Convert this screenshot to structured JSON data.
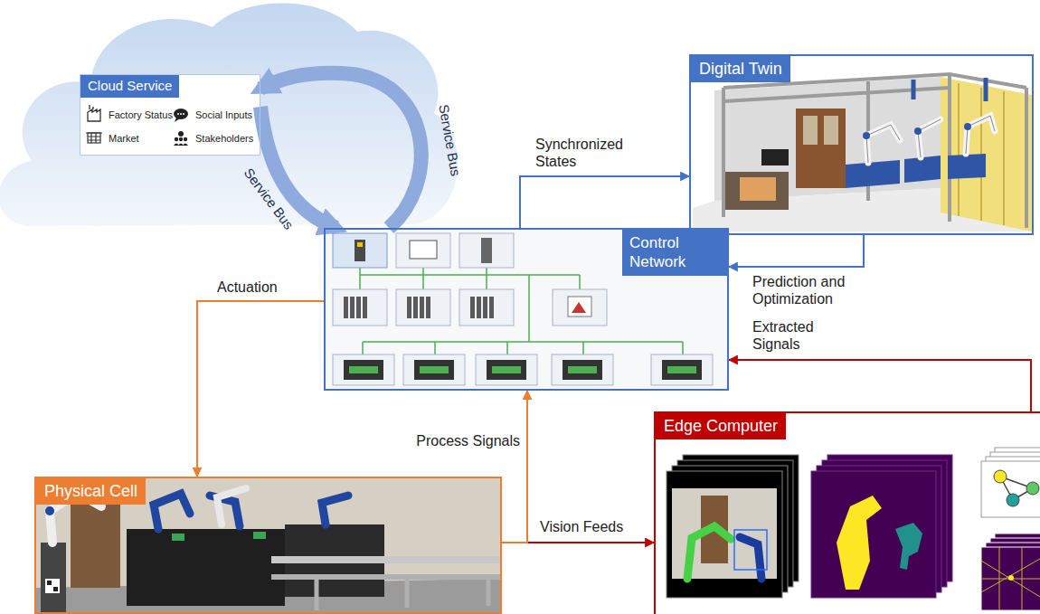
{
  "diagram": {
    "nodes": [
      {
        "text": [
          "Cloud Service",
          "Factory Status",
          "Social Inputs",
          "Market",
          "Stakeholders"
        ]
      },
      {
        "text": [
          "Digital Twin"
        ]
      },
      {
        "text": [
          "Control Network"
        ]
      },
      {
        "text": [
          "Physical Cell"
        ]
      },
      {
        "text": [
          "Edge Computer"
        ]
      }
    ],
    "edges": [
      {
        "from": 0,
        "to": 2,
        "label": "Service Bus",
        "arrow": "to"
      },
      {
        "from": 2,
        "to": 0,
        "label": "Service Bus",
        "arrow": "to"
      },
      {
        "from": 2,
        "to": 1,
        "label": "Synchronized States",
        "arrow": "to"
      },
      {
        "from": 1,
        "to": 2,
        "label": "Prediction and Optimization",
        "arrow": "to"
      },
      {
        "from": 4,
        "to": 2,
        "label": "Extracted Signals",
        "arrow": "to"
      },
      {
        "from": 2,
        "to": 3,
        "label": "Actuation",
        "arrow": "to"
      },
      {
        "from": 3,
        "to": 2,
        "label": "Process Signals",
        "arrow": "to"
      },
      {
        "from": 3,
        "to": 4,
        "label": "Vision Feeds",
        "arrow": "to"
      }
    ]
  }
}
